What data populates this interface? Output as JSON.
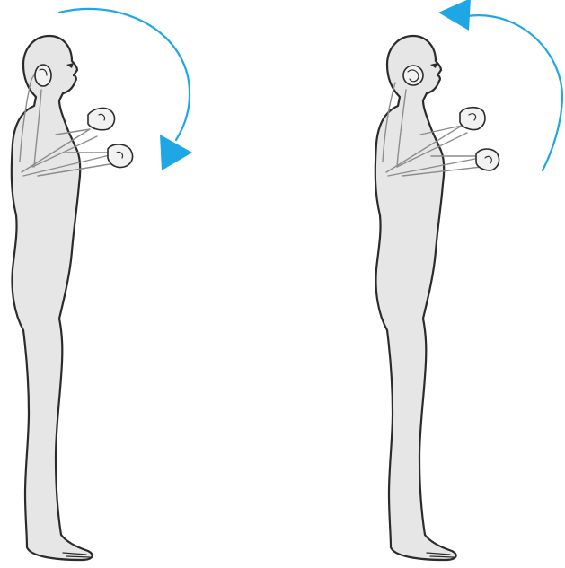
{
  "figures": [
    {
      "id": "left",
      "pose": "forward-rotation"
    },
    {
      "id": "right",
      "pose": "backward-rotation"
    }
  ],
  "arrows": [
    {
      "figure": "left",
      "direction": "clockwise"
    },
    {
      "figure": "right",
      "direction": "counter-clockwise"
    }
  ],
  "colors": {
    "arrow": "#1ea7e4",
    "body_fill": "#e6e6e6",
    "outline": "#2b2b2b",
    "limb_lines": "#8c8c8c"
  }
}
